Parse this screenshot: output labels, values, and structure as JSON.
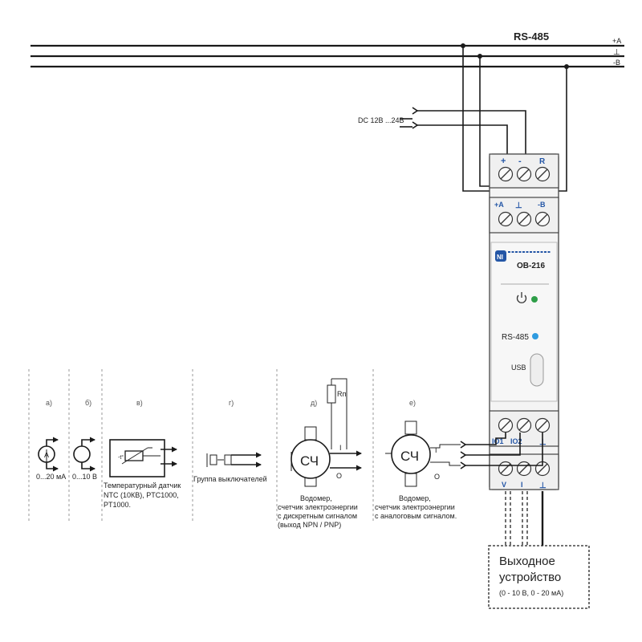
{
  "bus": {
    "title": "RS-485",
    "line_a": "+A",
    "line_gnd": "⊥",
    "line_b": "-B"
  },
  "power": {
    "label": "DC 12В ...24В"
  },
  "module": {
    "logo_text": "NI",
    "model": "ОВ-216",
    "power_terms": [
      "+",
      "-",
      "R"
    ],
    "bus_terms": [
      "+A",
      "⊥",
      "-B"
    ],
    "rs485_label": "RS-485",
    "usb_label": "USB",
    "io_terms": [
      "IO1",
      "IO2",
      "⊥"
    ],
    "out_terms": [
      "V",
      "I",
      "⊥"
    ],
    "colors": {
      "power_led": "#2e9e48",
      "rs485_led": "#2f9be0",
      "terminal_label": "#2456a6"
    }
  },
  "sensors": {
    "a": {
      "tag": "а)",
      "label": "0...20 мА"
    },
    "b": {
      "tag": "б)",
      "label": "0...10 В"
    },
    "c": {
      "tag": "в)",
      "lines": [
        "Температурный датчик",
        "NTC (10КВ), PTC1000,",
        "PT1000."
      ]
    },
    "d": {
      "tag": "г)",
      "label": "Группа выключателей"
    },
    "e": {
      "tag": "д)",
      "meter": "СЧ",
      "resistor": "Rп",
      "pin_i": "I",
      "pin_o": "O",
      "lines": [
        "Водомер,",
        "счетчик электроэнергии",
        "с дискретным сигналом",
        "(выход NPN / PNP)"
      ]
    },
    "f": {
      "tag": "е)",
      "meter": "СЧ",
      "pin_i": "I",
      "pin_o": "O",
      "lines": [
        "Водомер,",
        "счетчик электроэнергии",
        "с аналоговым сигналом."
      ]
    }
  },
  "output_device": {
    "line1": "Выходное",
    "line2": "устройство",
    "line3": "(0 - 10 В, 0 - 20 мА)"
  }
}
